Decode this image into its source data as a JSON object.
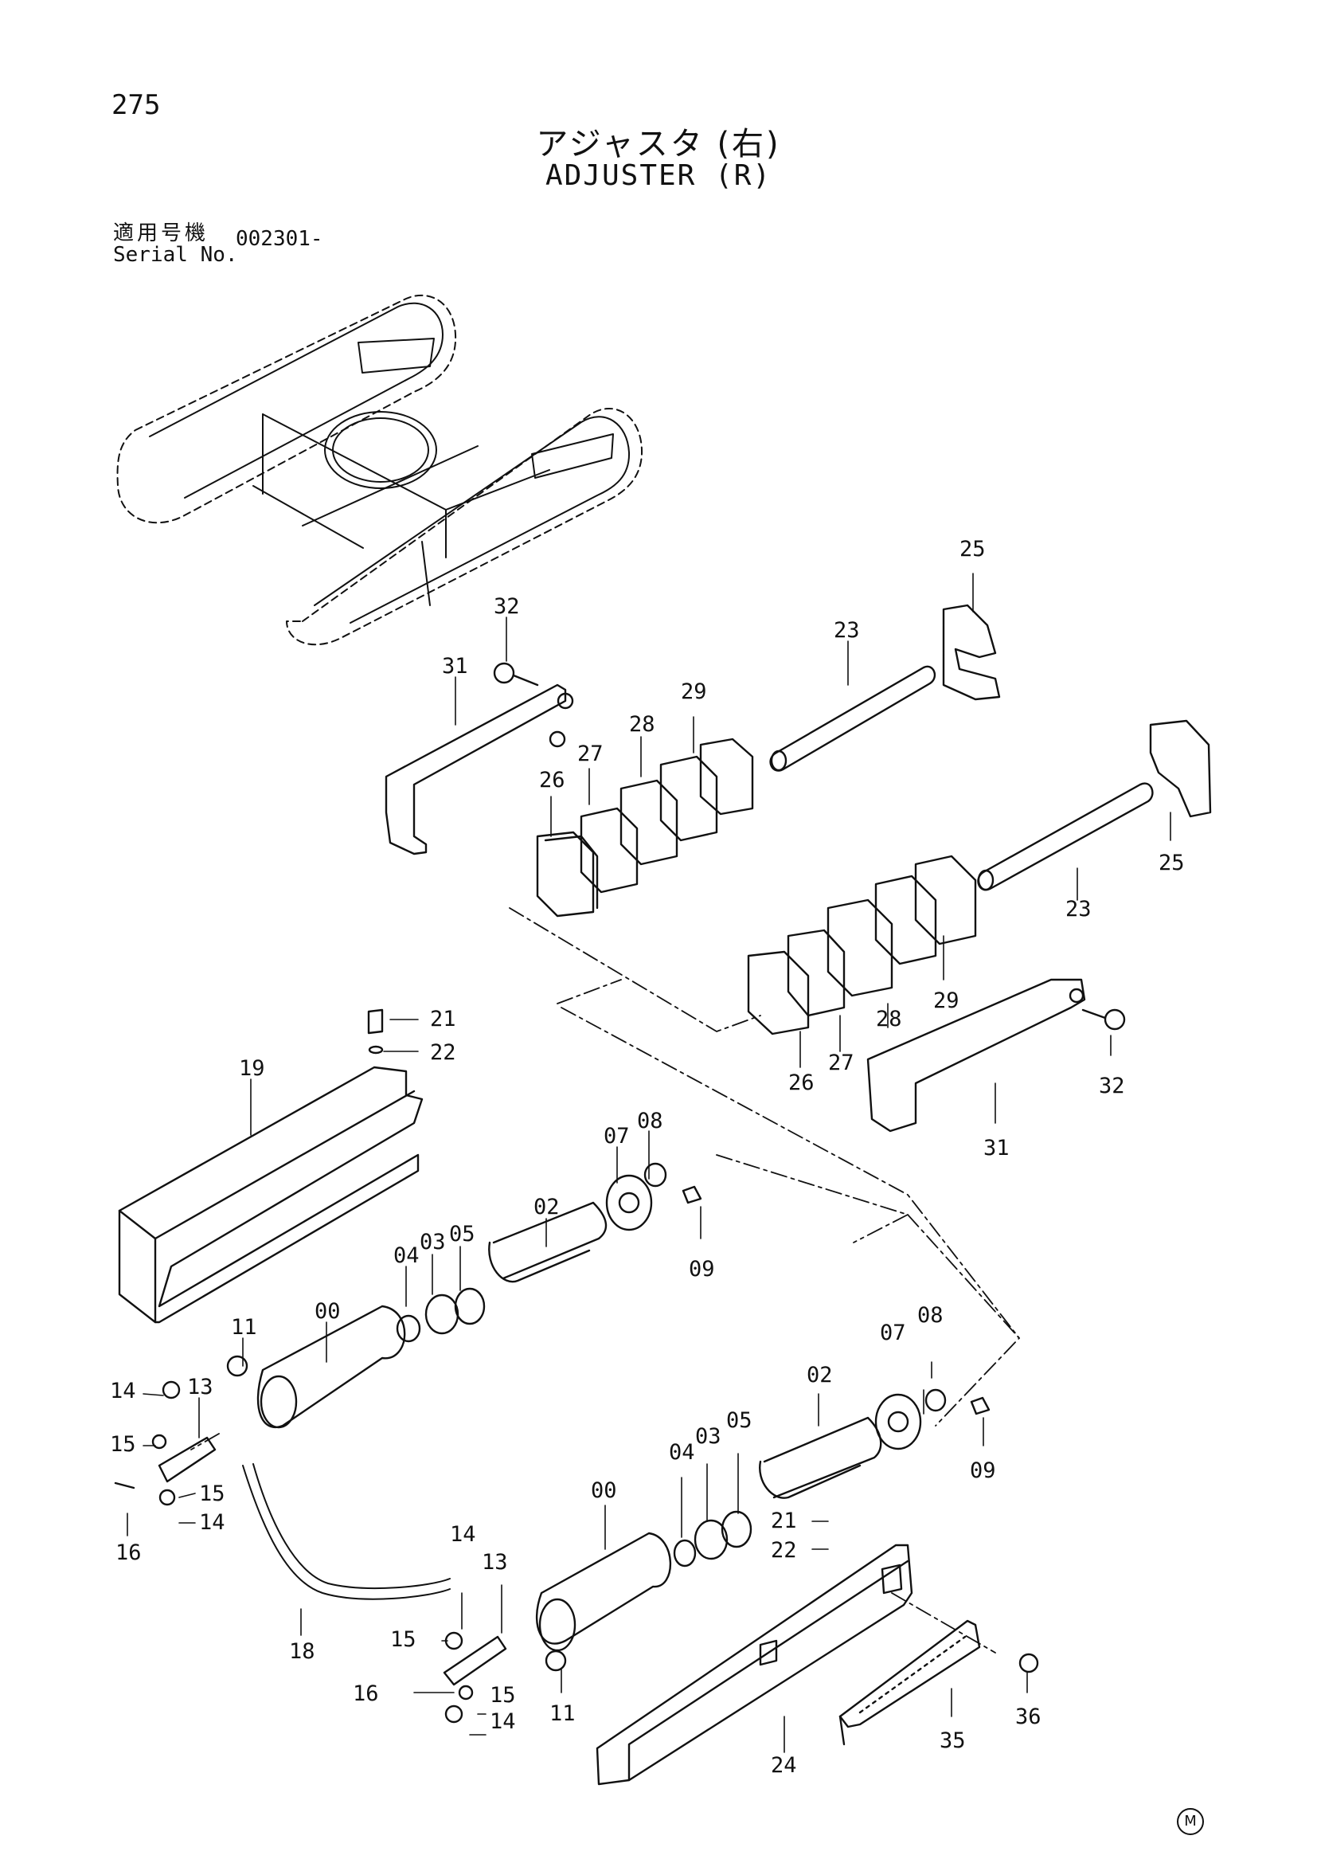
{
  "page": {
    "number": "275",
    "title_jp": "アジャスタ (右)",
    "title_en": "ADJUSTER (R)",
    "serial_label_jp": "適用号機",
    "serial_label_en": "Serial No.",
    "serial_value": "002301-",
    "mark": "M"
  },
  "callouts": [
    {
      "id": "c25a",
      "text": "25"
    },
    {
      "id": "c32a",
      "text": "32"
    },
    {
      "id": "c23a",
      "text": "23"
    },
    {
      "id": "c31a",
      "text": "31"
    },
    {
      "id": "c29a",
      "text": "29"
    },
    {
      "id": "c28a",
      "text": "28"
    },
    {
      "id": "c27a",
      "text": "27"
    },
    {
      "id": "c26a",
      "text": "26"
    },
    {
      "id": "c25b",
      "text": "25"
    },
    {
      "id": "c23b",
      "text": "23"
    },
    {
      "id": "c29b",
      "text": "29"
    },
    {
      "id": "c28b",
      "text": "28"
    },
    {
      "id": "c27b",
      "text": "27"
    },
    {
      "id": "c26b",
      "text": "26"
    },
    {
      "id": "c32b",
      "text": "32"
    },
    {
      "id": "c31b",
      "text": "31"
    },
    {
      "id": "c21a",
      "text": "21"
    },
    {
      "id": "c22a",
      "text": "22"
    },
    {
      "id": "c19",
      "text": "19"
    },
    {
      "id": "c08a",
      "text": "08"
    },
    {
      "id": "c07a",
      "text": "07"
    },
    {
      "id": "c02a",
      "text": "02"
    },
    {
      "id": "c09a",
      "text": "09"
    },
    {
      "id": "c05a",
      "text": "05"
    },
    {
      "id": "c03a",
      "text": "03"
    },
    {
      "id": "c04a",
      "text": "04"
    },
    {
      "id": "c00a",
      "text": "00"
    },
    {
      "id": "c11a",
      "text": "11"
    },
    {
      "id": "c13a",
      "text": "13"
    },
    {
      "id": "c14a",
      "text": "14"
    },
    {
      "id": "c15a",
      "text": "15"
    },
    {
      "id": "c15b",
      "text": "15"
    },
    {
      "id": "c14b",
      "text": "14"
    },
    {
      "id": "c16a",
      "text": "16"
    },
    {
      "id": "c18",
      "text": "18"
    },
    {
      "id": "c07b",
      "text": "07"
    },
    {
      "id": "c08b",
      "text": "08"
    },
    {
      "id": "c02b",
      "text": "02"
    },
    {
      "id": "c09b",
      "text": "09"
    },
    {
      "id": "c05b",
      "text": "05"
    },
    {
      "id": "c03b",
      "text": "03"
    },
    {
      "id": "c04b",
      "text": "04"
    },
    {
      "id": "c00b",
      "text": "00"
    },
    {
      "id": "c21b",
      "text": "21"
    },
    {
      "id": "c22b",
      "text": "22"
    },
    {
      "id": "c14c",
      "text": "14"
    },
    {
      "id": "c13b",
      "text": "13"
    },
    {
      "id": "c15c",
      "text": "15"
    },
    {
      "id": "c16b",
      "text": "16"
    },
    {
      "id": "c15d",
      "text": "15"
    },
    {
      "id": "c14d",
      "text": "14"
    },
    {
      "id": "c11b",
      "text": "11"
    },
    {
      "id": "c24",
      "text": "24"
    },
    {
      "id": "c35",
      "text": "35"
    },
    {
      "id": "c36",
      "text": "36"
    }
  ]
}
